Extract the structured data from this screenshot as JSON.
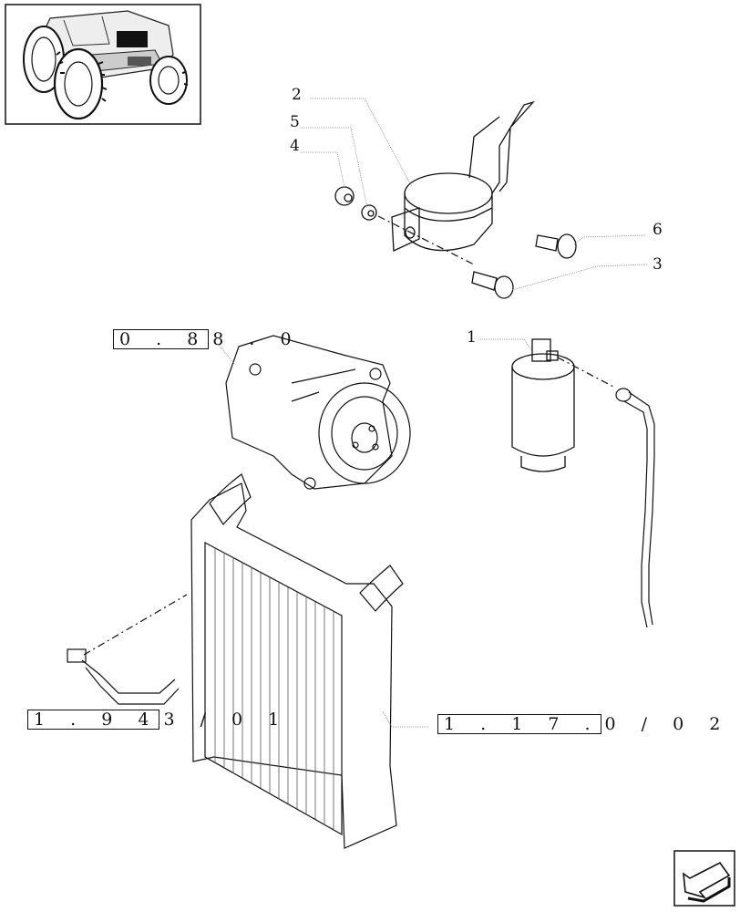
{
  "callouts": {
    "c1": "1",
    "c2": "2",
    "c3": "3",
    "c4": "4",
    "c5": "5",
    "c6": "6"
  },
  "references": [
    {
      "boxed": "0 . 8",
      "tail": "8 . 0"
    },
    {
      "boxed": "1 . 9 4",
      "tail": "3 / 0 1"
    },
    {
      "boxed": "1 . 1 7 .",
      "tail": "0 / 0 2"
    }
  ],
  "icons": {
    "thumbnail": "tractor-thumbnail-icon",
    "nav": "previous-page-arrow-icon"
  }
}
